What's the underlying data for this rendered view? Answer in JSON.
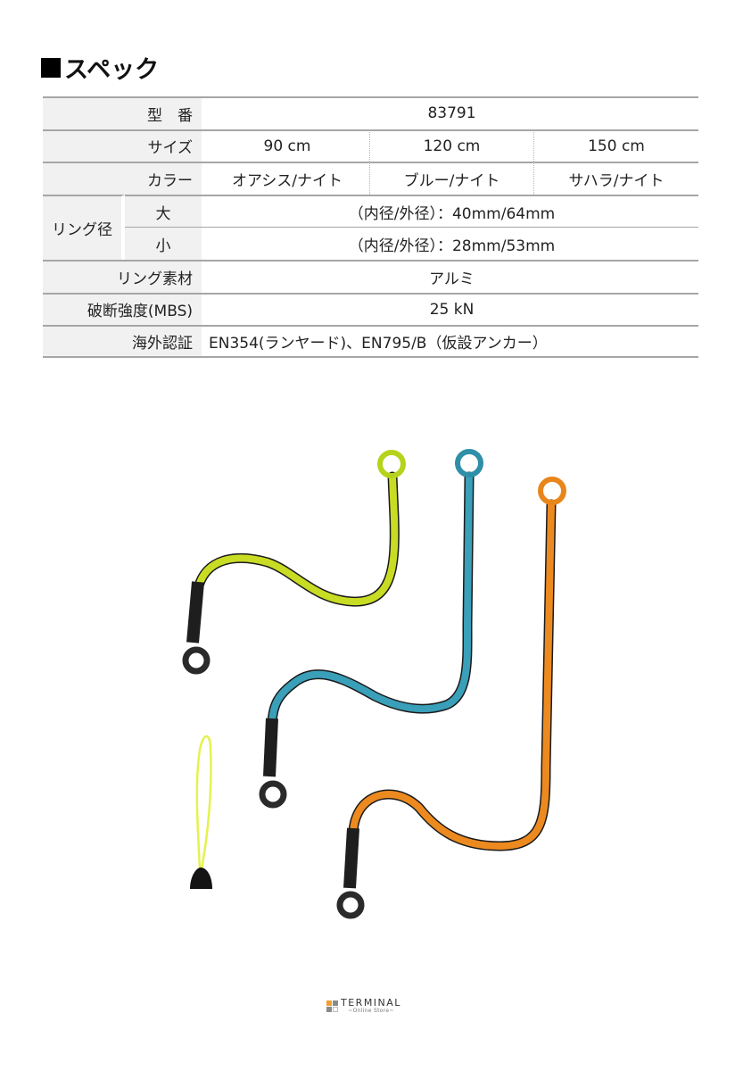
{
  "section": {
    "title": "スペック"
  },
  "spec": {
    "model": {
      "label": "型　番",
      "value": "83791"
    },
    "size": {
      "label": "サイズ",
      "values": [
        "90 cm",
        "120 cm",
        "150 cm"
      ]
    },
    "color": {
      "label": "カラー",
      "values": [
        "オアシス/ナイト",
        "ブルー/ナイト",
        "サハラ/ナイト"
      ]
    },
    "ring_diameter": {
      "label": "リング径",
      "large": {
        "label": "大",
        "value": "（内径/外径）：40mm/64mm"
      },
      "small": {
        "label": "小",
        "value": "（内径/外径）：28mm/53mm"
      }
    },
    "ring_material": {
      "label": "リング素材",
      "value": "アルミ"
    },
    "breaking_strength": {
      "label": "破断強度(MBS)",
      "value": "25 kN"
    },
    "certification": {
      "label": "海外認証",
      "value": "EN354(ランヤード)、EN795/B（仮設アンカー）"
    }
  },
  "product_image": {
    "slings": [
      {
        "name": "oasis-night",
        "color": "#c8dc24",
        "length": "90 cm"
      },
      {
        "name": "blue-night",
        "color": "#3a9fb8",
        "length": "120 cm"
      },
      {
        "name": "sahara-night",
        "color": "#ec8a20",
        "length": "150 cm"
      }
    ],
    "accessory_cord_color": "#e4f250"
  },
  "footer": {
    "brand": "TERMINAL",
    "tagline": "~Online Store~",
    "logo_colors": [
      "#f0a030",
      "#8a8a8a",
      "#8a8a8a",
      "#d0d0d0"
    ]
  }
}
